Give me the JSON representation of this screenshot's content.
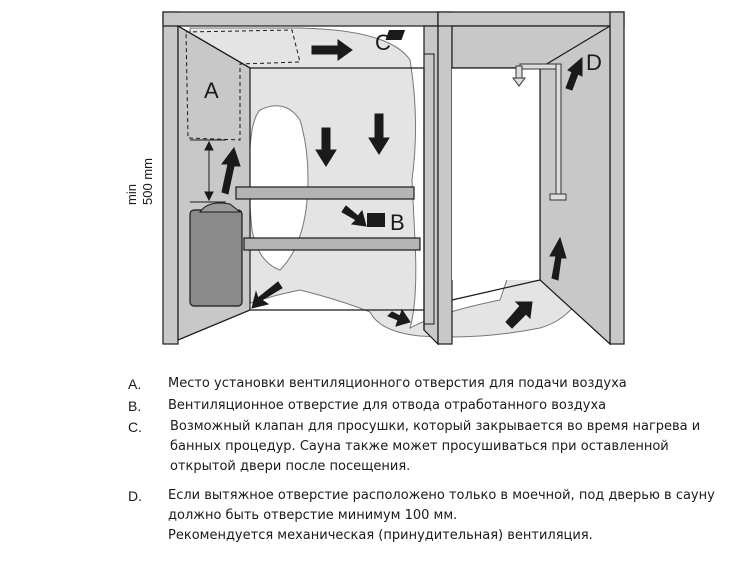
{
  "diagram": {
    "labels": {
      "a": "A",
      "b": "B",
      "c": "C",
      "d": "D"
    },
    "dimension": {
      "line1": "min",
      "line2": "500 mm"
    }
  },
  "legend": [
    {
      "letter": "A.",
      "text": "Место установки вентиляционного отверстия для подачи воздуха"
    },
    {
      "letter": "B.",
      "text": "Вентиляционное отверстие для отвода отработанного воздуха"
    },
    {
      "letter": "C.",
      "text": "Возможный клапан для просушки, который закрывается во время нагрева и\nбанных процедур. Сауна также может просушиваться при оставленной\nоткрытой двери после посещения."
    },
    {
      "letter": "D.",
      "text": "Если вытяжное отверстие расположено только в моечной, под дверью в сауну\nдолжно быть отверстие минимум 100 мм.\nРекомендуется механическая (принудительная) вентиляция."
    }
  ],
  "colors": {
    "ink": "#1a1a1a",
    "wall": "#c8c8c8",
    "airflow": "#e4e4e4",
    "heater": "#8a8a8a",
    "bench": "#b4b4b4"
  }
}
